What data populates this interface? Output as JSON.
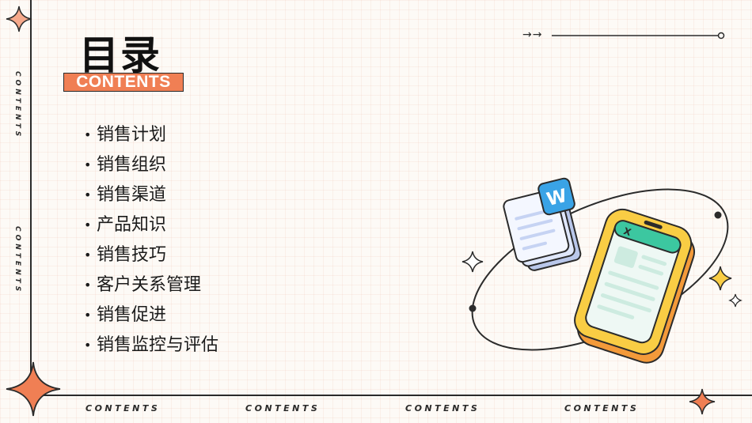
{
  "title": "目录",
  "subtitle": "CONTENTS",
  "side_labels": [
    "CONTENTS",
    "CONTENTS"
  ],
  "bottom_labels": [
    "CONTENTS",
    "CONTENTS",
    "CONTENTS",
    "CONTENTS"
  ],
  "menu": [
    "销售计划",
    "销售组织",
    "销售渠道",
    "产品知识",
    "销售技巧",
    "客户关系管理",
    "销售促进",
    "销售监控与评估"
  ],
  "bullet": "•",
  "decor": {
    "arrow_glyphs": "→→",
    "word_icon_letter": "W",
    "spreadsheet_icon_letter": "X"
  },
  "colors": {
    "accent_orange": "#f07f54",
    "accent_yellow": "#f9cd44",
    "word_blue": "#3aa3e6",
    "sheet_green": "#3cc7a0",
    "line_dark": "#2b2b2b"
  }
}
